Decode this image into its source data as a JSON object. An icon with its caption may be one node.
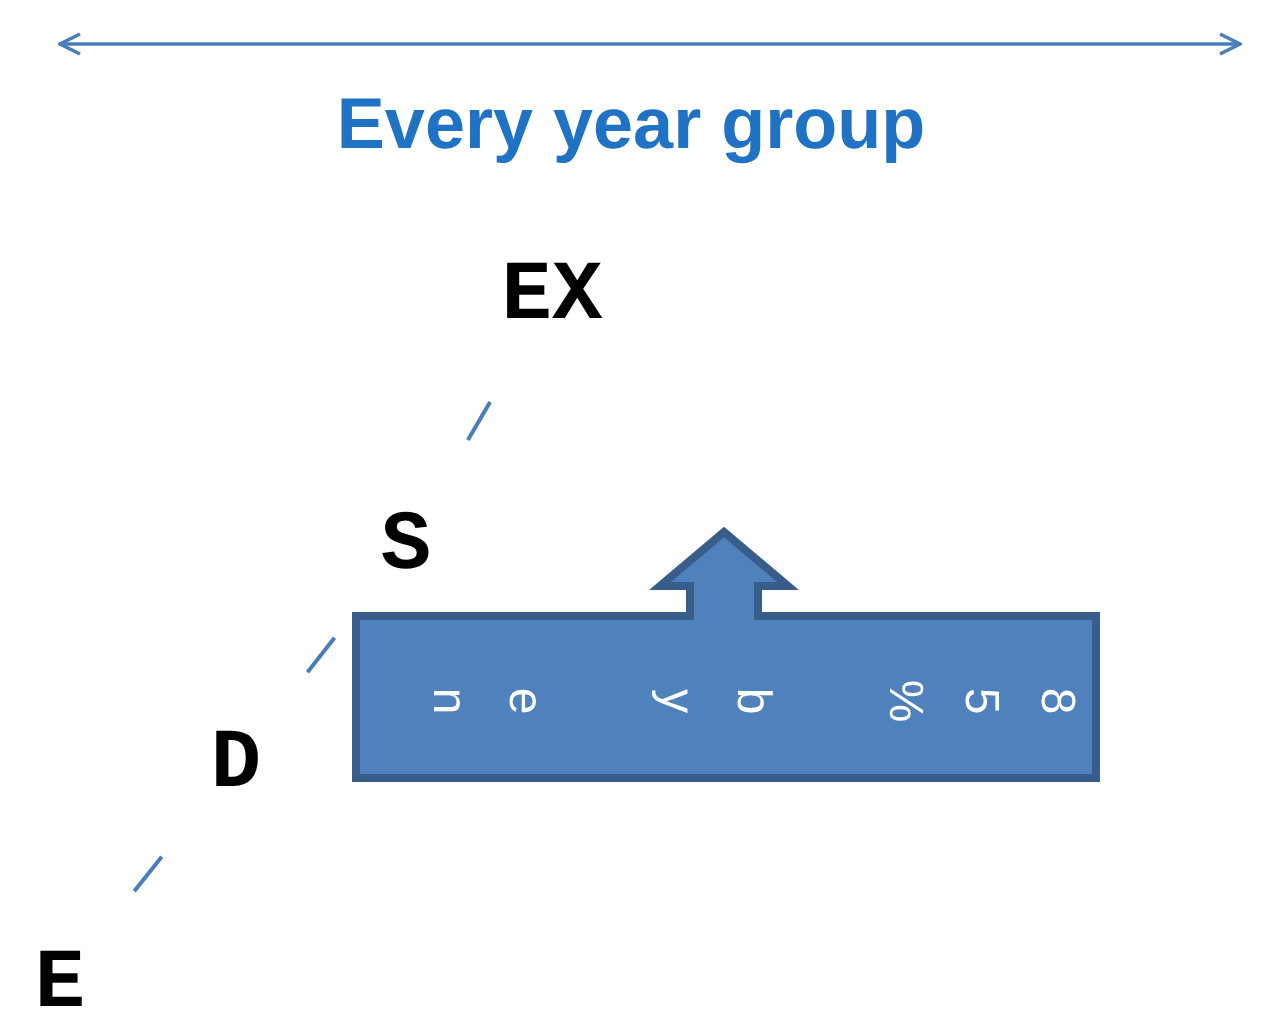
{
  "diagram": {
    "title": "Every year group",
    "nodes": [
      {
        "text": [
          "EX"
        ]
      },
      {
        "text": [
          "S"
        ]
      },
      {
        "text": [
          "D"
        ]
      },
      {
        "text": [
          "E"
        ]
      },
      {
        "text": [
          "85% by en"
        ]
      }
    ],
    "edges": [
      {
        "from": 3,
        "to": 2,
        "arrow": "none"
      },
      {
        "from": 2,
        "to": 1,
        "arrow": "none"
      },
      {
        "from": 1,
        "to": 0,
        "arrow": "none"
      }
    ]
  }
}
